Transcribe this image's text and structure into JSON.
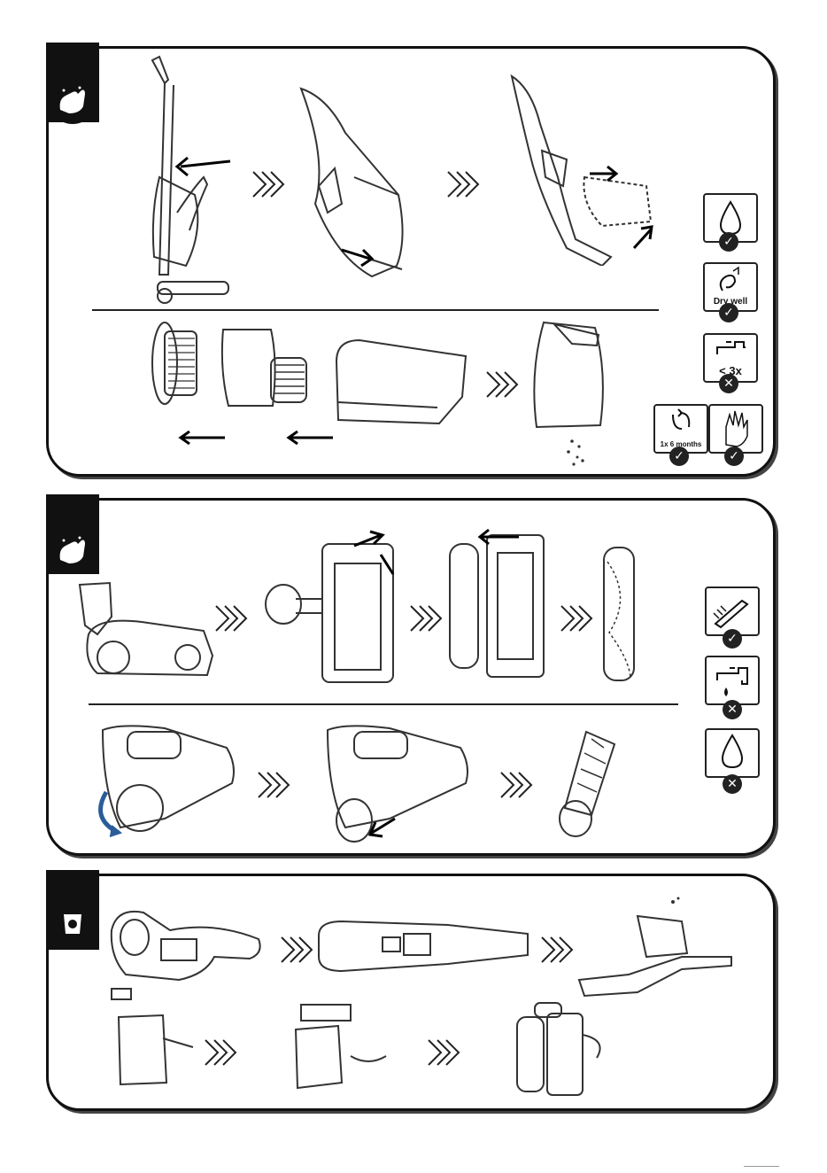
{
  "care_symbols": {
    "water_ok": {
      "icon": "water-drop-icon",
      "mark": "✓"
    },
    "dry_well": {
      "icon": "dry-well-icon",
      "label": "Dry well",
      "mark": "✓"
    },
    "tap_limit": {
      "icon": "tap-icon",
      "label": "< 3x",
      "mark": "✕"
    },
    "replace_interval": {
      "icon": "rotate-arrows-icon",
      "label": "1x 6 months",
      "mark": "✓"
    },
    "hand_wash": {
      "icon": "hand-sparkle-icon",
      "mark": "✓"
    },
    "brush_ok": {
      "icon": "brush-icon",
      "mark": "✓"
    },
    "tap_no": {
      "icon": "tap-icon",
      "mark": "✕"
    },
    "water_no": {
      "icon": "water-drop-icon",
      "mark": "✕"
    }
  },
  "sections": [
    {
      "id": "filter-cleaning",
      "icon": "hand-cleaning-icon"
    },
    {
      "id": "brush-cleaning",
      "icon": "hand-cleaning-icon"
    },
    {
      "id": "battery-disposal",
      "icon": "recycle-bin-icon"
    }
  ]
}
